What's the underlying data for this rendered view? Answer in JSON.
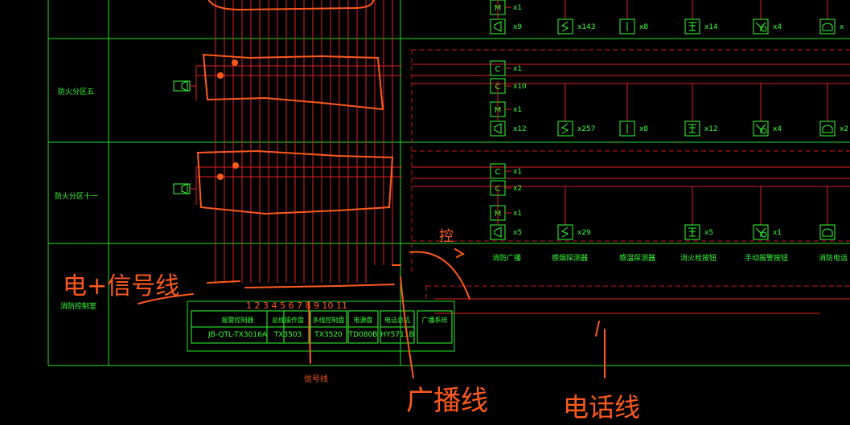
{
  "colors": {
    "background": "#000000",
    "grid_green": "#22e022",
    "wire_red": "#e02020",
    "text_green": "#33ff33",
    "annotation_orange": "#ff5a1e",
    "dashed_red": "#d01818"
  },
  "zones": [
    {
      "label": "防火分区五"
    },
    {
      "label": "防火分区十一"
    },
    {
      "label": "消防控制室"
    }
  ],
  "rows": [
    {
      "name": "top-row",
      "devices": [
        {
          "symbol": "M",
          "count": "x1"
        },
        {
          "symbol": "horn-icon",
          "count": "x9"
        },
        {
          "symbol": "smoke-detector-icon",
          "count": "x143"
        },
        {
          "symbol": "heat-detector-icon",
          "count": "x8"
        },
        {
          "symbol": "hydrant-button-icon",
          "count": "x14"
        },
        {
          "symbol": "manual-alarm-icon",
          "count": "x4"
        },
        {
          "symbol": "telephone-icon",
          "count": "x"
        }
      ]
    },
    {
      "name": "zone-five",
      "devices": [
        {
          "symbol": "C",
          "count": "x1"
        },
        {
          "symbol": "C",
          "count": "x10"
        },
        {
          "symbol": "M",
          "count": "x1"
        },
        {
          "symbol": "horn-icon",
          "count": "x12"
        },
        {
          "symbol": "smoke-detector-icon",
          "count": "x257"
        },
        {
          "symbol": "heat-detector-icon",
          "count": "x8"
        },
        {
          "symbol": "hydrant-button-icon",
          "count": "x12"
        },
        {
          "symbol": "manual-alarm-icon",
          "count": "x4"
        },
        {
          "symbol": "telephone-icon",
          "count": "x2"
        }
      ]
    },
    {
      "name": "zone-eleven",
      "devices": [
        {
          "symbol": "C",
          "count": "x1"
        },
        {
          "symbol": "C",
          "count": "x2"
        },
        {
          "symbol": "M",
          "count": "x1"
        },
        {
          "symbol": "horn-icon",
          "count": "x5"
        },
        {
          "symbol": "smoke-detector-icon",
          "count": "x29"
        },
        {
          "symbol": "hydrant-button-icon",
          "count": "x5"
        },
        {
          "symbol": "manual-alarm-icon",
          "count": "x1"
        },
        {
          "symbol": "telephone-icon",
          "count": ""
        }
      ]
    }
  ],
  "legend": [
    {
      "label": "消防广播"
    },
    {
      "label": "感烟探测器"
    },
    {
      "label": "感温探测器"
    },
    {
      "label": "消火栓按钮"
    },
    {
      "label": "手动报警按钮"
    },
    {
      "label": "消防电话"
    }
  ],
  "equipment": [
    {
      "name": "报警控制器",
      "model": "JB-QTL-TX3016A"
    },
    {
      "name": "总线操作盘",
      "model": "TX3503"
    },
    {
      "name": "多线控制盘",
      "model": "TX3520"
    },
    {
      "name": "电源盘",
      "model": "TD080B"
    },
    {
      "name": "电话总机",
      "model": "HY5711B"
    },
    {
      "name": "广播系统",
      "model": ""
    }
  ],
  "annotations": {
    "power_signal": "电+信号线",
    "broadcast": "广播线",
    "telephone": "电话线",
    "signal_small": "信号线",
    "control": "控",
    "numbers": "1 2 3 4 5 6 7 8 9 10 11"
  }
}
